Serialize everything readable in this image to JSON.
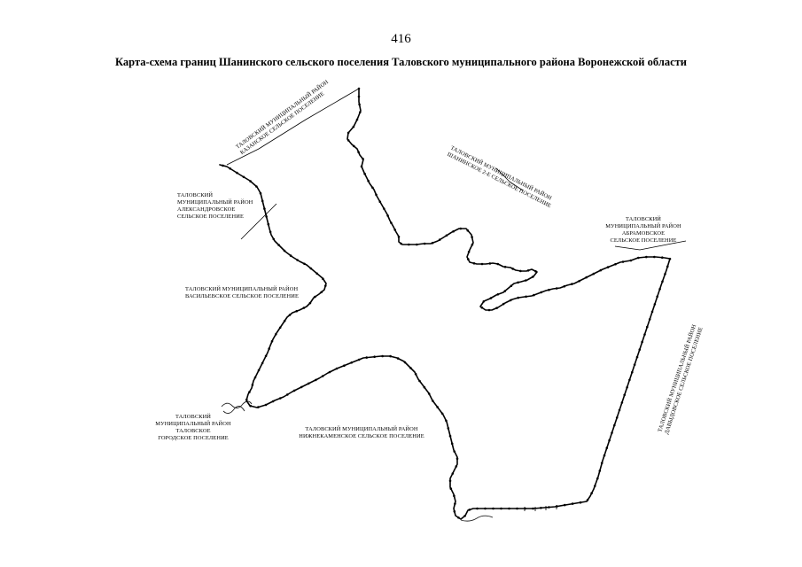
{
  "page": {
    "number": "416",
    "title": "Карта-схема границ Шанинского сельского поселения Таловского муниципального района Воронежской области"
  },
  "map": {
    "labels": [
      {
        "id": "kazanskoe",
        "lines": [
          "ТАЛОВСКИЙ МУНИЦИПАЛЬНЫЙ РАЙОН",
          "КАЗАНСКОЕ СЕЛЬСКОЕ ПОСЕЛЕНИЕ"
        ]
      },
      {
        "id": "shaninskoe-2",
        "lines": [
          "ТАЛОВСКИЙ МУНИЦИПАЛЬНЫЙ РАЙОН",
          "ШАНИНСКОЕ 2-Е СЕЛЬСКОЕ ПОСЕЛЕНИЕ"
        ]
      },
      {
        "id": "aleksandrovskoe",
        "lines": [
          "ТАЛОВСКИЙ",
          "МУНИЦИПАЛЬНЫЙ РАЙОН",
          "АЛЕКСАНДРОВСКОЕ",
          "СЕЛЬСКОЕ ПОСЕЛЕНИЕ"
        ]
      },
      {
        "id": "abramovskoe",
        "lines": [
          "ТАЛОВСКИЙ",
          "МУНИЦИПАЛЬНЫЙ РАЙОН",
          "АБРАМОВСКОЕ",
          "СЕЛЬСКОЕ ПОСЕЛЕНИЕ"
        ]
      },
      {
        "id": "vasilevskoe",
        "lines": [
          "ТАЛОВСКИЙ МУНИЦИПАЛЬНЫЙ РАЙОН",
          "ВАСИЛЬЕВСКОЕ СЕЛЬСКОЕ ПОСЕЛЕНИЕ"
        ]
      },
      {
        "id": "davydovskoe",
        "lines": [
          "ТАЛОВСКИЙ МУНИЦИПАЛЬНЫЙ РАЙОН",
          "ДАВЫДОВСКОЕ СЕЛЬСКОЕ ПОСЕЛЕНИЕ"
        ]
      },
      {
        "id": "talovskoe",
        "lines": [
          "ТАЛОВСКИЙ",
          "МУНИЦИПАЛЬНЫЙ РАЙОН",
          "ТАЛОВСКОЕ",
          "ГОРОДСКОЕ ПОСЕЛЕНИЕ"
        ]
      },
      {
        "id": "nizhnekamenskoe",
        "lines": [
          "ТАЛОВСКИЙ МУНИЦИПАЛЬНЫЙ РАЙОН",
          "НИЖНЕКАМЕНСКОЕ СЕЛЬСКОЕ ПОСЕЛЕНИЕ"
        ]
      }
    ]
  }
}
